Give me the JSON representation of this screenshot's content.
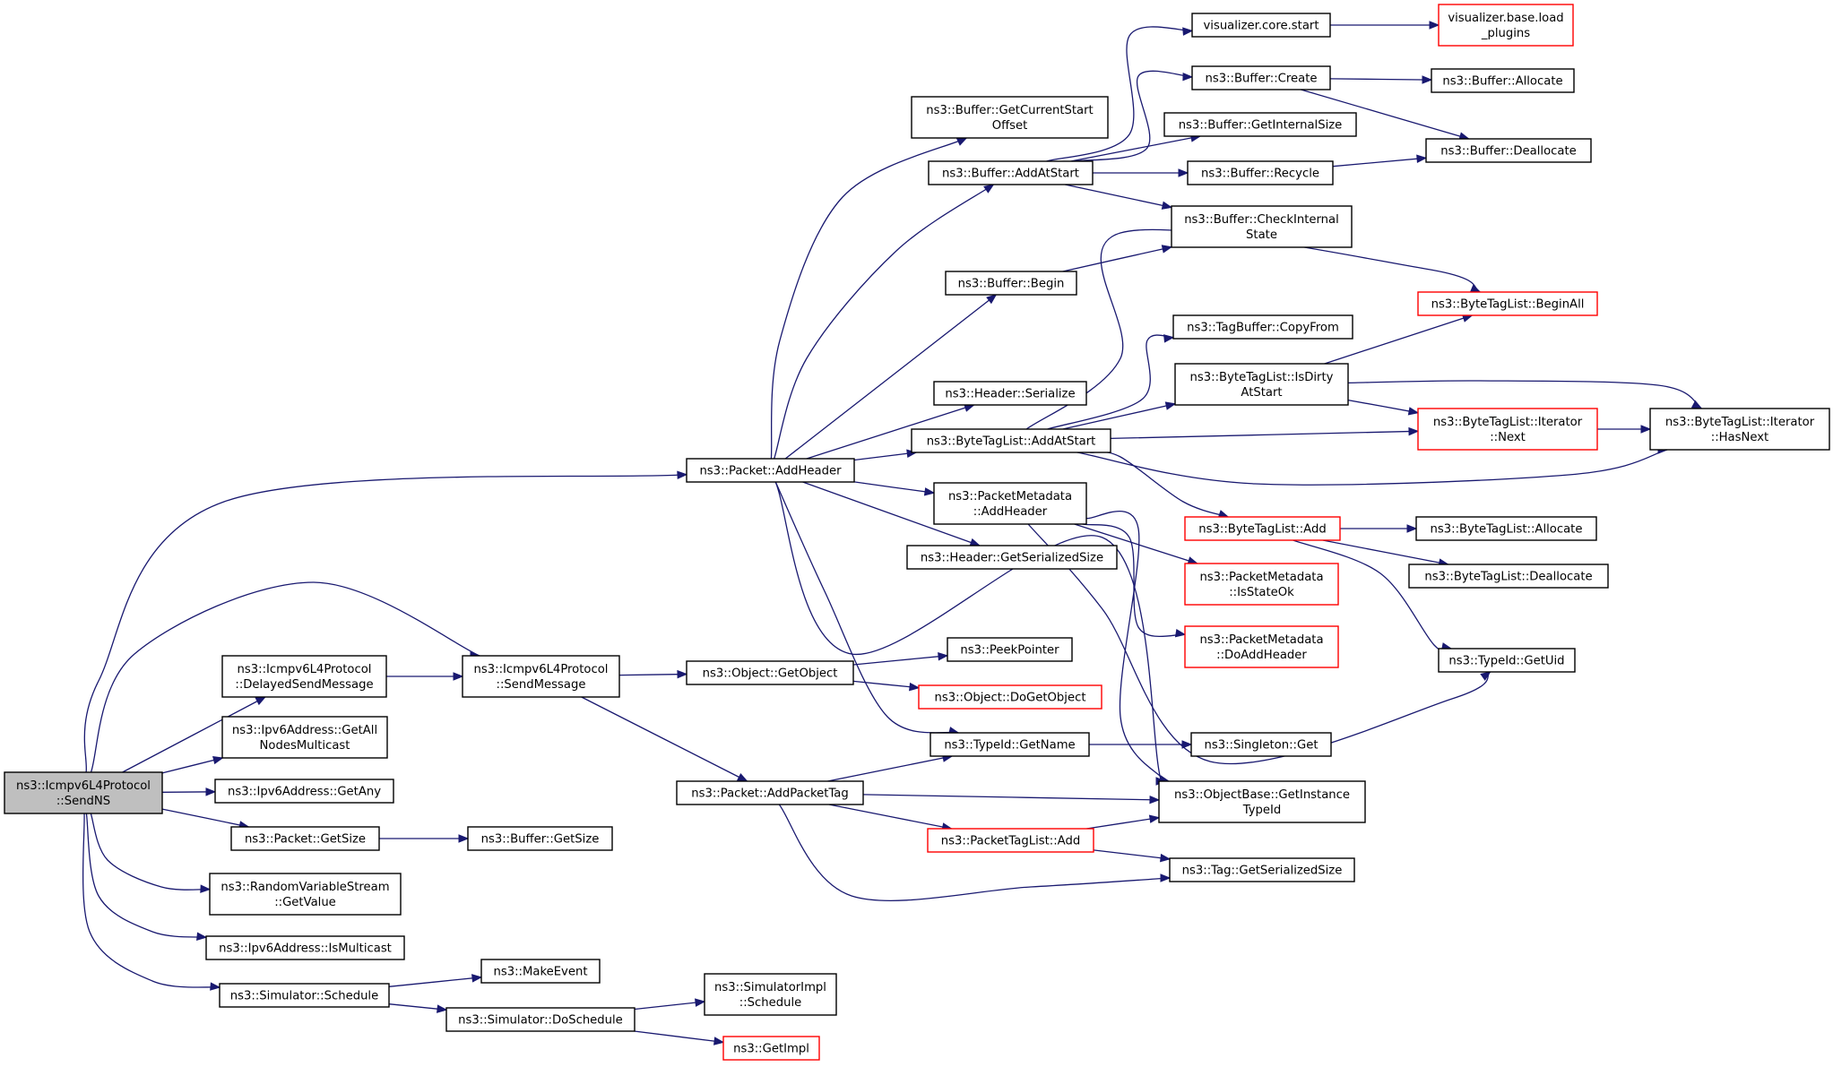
{
  "graph": {
    "nodes": [
      {
        "id": "sendns",
        "lines": [
          "ns3::Icmpv6L4Protocol",
          "::SendNS"
        ],
        "border": "black",
        "fill": "gray"
      },
      {
        "id": "addheader",
        "lines": [
          "ns3::Packet::AddHeader"
        ],
        "border": "black"
      },
      {
        "id": "delayed",
        "lines": [
          "ns3::Icmpv6L4Protocol",
          "::DelayedSendMessage"
        ],
        "border": "black"
      },
      {
        "id": "sendmessage",
        "lines": [
          "ns3::Icmpv6L4Protocol",
          "::SendMessage"
        ],
        "border": "black"
      },
      {
        "id": "getallnodes",
        "lines": [
          "ns3::Ipv6Address::GetAll",
          "NodesMulticast"
        ],
        "border": "black"
      },
      {
        "id": "getany",
        "lines": [
          "ns3::Ipv6Address::GetAny"
        ],
        "border": "black"
      },
      {
        "id": "packetgetsize",
        "lines": [
          "ns3::Packet::GetSize"
        ],
        "border": "black"
      },
      {
        "id": "bufgetsize",
        "lines": [
          "ns3::Buffer::GetSize"
        ],
        "border": "black"
      },
      {
        "id": "rvsgetvalue",
        "lines": [
          "ns3::RandomVariableStream",
          "::GetValue"
        ],
        "border": "black"
      },
      {
        "id": "ismulticast",
        "lines": [
          "ns3::Ipv6Address::IsMulticast"
        ],
        "border": "black"
      },
      {
        "id": "simschedule",
        "lines": [
          "ns3::Simulator::Schedule"
        ],
        "border": "black"
      },
      {
        "id": "makeevent",
        "lines": [
          "ns3::MakeEvent"
        ],
        "border": "black"
      },
      {
        "id": "simdoschedule",
        "lines": [
          "ns3::Simulator::DoSchedule"
        ],
        "border": "black"
      },
      {
        "id": "simimplschedule",
        "lines": [
          "ns3::SimulatorImpl",
          "::Schedule"
        ],
        "border": "black"
      },
      {
        "id": "getimpl",
        "lines": [
          "ns3::GetImpl"
        ],
        "border": "red"
      },
      {
        "id": "getobject",
        "lines": [
          "ns3::Object::GetObject"
        ],
        "border": "black"
      },
      {
        "id": "peekpointer",
        "lines": [
          "ns3::PeekPointer"
        ],
        "border": "black"
      },
      {
        "id": "dogetobject",
        "lines": [
          "ns3::Object::DoGetObject"
        ],
        "border": "red"
      },
      {
        "id": "addpackettag",
        "lines": [
          "ns3::Packet::AddPacketTag"
        ],
        "border": "black"
      },
      {
        "id": "typeidgetname",
        "lines": [
          "ns3::TypeId::GetName"
        ],
        "border": "black"
      },
      {
        "id": "singletonget",
        "lines": [
          "ns3::Singleton::Get"
        ],
        "border": "black"
      },
      {
        "id": "getinstancetypeid",
        "lines": [
          "ns3::ObjectBase::GetInstance",
          "TypeId"
        ],
        "border": "black"
      },
      {
        "id": "packettaglistadd",
        "lines": [
          "ns3::PacketTagList::Add"
        ],
        "border": "red"
      },
      {
        "id": "taggetsersize",
        "lines": [
          "ns3::Tag::GetSerializedSize"
        ],
        "border": "black"
      },
      {
        "id": "getcurrentstart",
        "lines": [
          "ns3::Buffer::GetCurrentStart",
          "Offset"
        ],
        "border": "black"
      },
      {
        "id": "bufaddatstart",
        "lines": [
          "ns3::Buffer::AddAtStart"
        ],
        "border": "black"
      },
      {
        "id": "bufbegin",
        "lines": [
          "ns3::Buffer::Begin"
        ],
        "border": "black"
      },
      {
        "id": "headerserialize",
        "lines": [
          "ns3::Header::Serialize"
        ],
        "border": "black"
      },
      {
        "id": "btladdatstart",
        "lines": [
          "ns3::ByteTagList::AddAtStart"
        ],
        "border": "black"
      },
      {
        "id": "pmaddheader",
        "lines": [
          "ns3::PacketMetadata",
          "::AddHeader"
        ],
        "border": "black"
      },
      {
        "id": "headergetsersize",
        "lines": [
          "ns3::Header::GetSerializedSize"
        ],
        "border": "black"
      },
      {
        "id": "vizcorestart",
        "lines": [
          "visualizer.core.start"
        ],
        "border": "black"
      },
      {
        "id": "vizloadplugins",
        "lines": [
          "visualizer.base.load",
          "_plugins"
        ],
        "border": "red"
      },
      {
        "id": "bufcreate",
        "lines": [
          "ns3::Buffer::Create"
        ],
        "border": "black"
      },
      {
        "id": "bufallocate",
        "lines": [
          "ns3::Buffer::Allocate"
        ],
        "border": "black"
      },
      {
        "id": "bufgetinternalsize",
        "lines": [
          "ns3::Buffer::GetInternalSize"
        ],
        "border": "black"
      },
      {
        "id": "bufrecycle",
        "lines": [
          "ns3::Buffer::Recycle"
        ],
        "border": "black"
      },
      {
        "id": "bufdeallocate",
        "lines": [
          "ns3::Buffer::Deallocate"
        ],
        "border": "black"
      },
      {
        "id": "bufcheckinternal",
        "lines": [
          "ns3::Buffer::CheckInternal",
          "State"
        ],
        "border": "black"
      },
      {
        "id": "btlbeginall",
        "lines": [
          "ns3::ByteTagList::BeginAll"
        ],
        "border": "red"
      },
      {
        "id": "tagbufcopyfrom",
        "lines": [
          "ns3::TagBuffer::CopyFrom"
        ],
        "border": "black"
      },
      {
        "id": "btlisdirty",
        "lines": [
          "ns3::ByteTagList::IsDirty",
          "AtStart"
        ],
        "border": "black"
      },
      {
        "id": "btliternext",
        "lines": [
          "ns3::ByteTagList::Iterator",
          "::Next"
        ],
        "border": "red"
      },
      {
        "id": "btliterhasnext",
        "lines": [
          "ns3::ByteTagList::Iterator",
          "::HasNext"
        ],
        "border": "black"
      },
      {
        "id": "btladd",
        "lines": [
          "ns3::ByteTagList::Add"
        ],
        "border": "red"
      },
      {
        "id": "btlallocate",
        "lines": [
          "ns3::ByteTagList::Allocate"
        ],
        "border": "black"
      },
      {
        "id": "btldeallocate",
        "lines": [
          "ns3::ByteTagList::Deallocate"
        ],
        "border": "black"
      },
      {
        "id": "pmisstateok",
        "lines": [
          "ns3::PacketMetadata",
          "::IsStateOk"
        ],
        "border": "red"
      },
      {
        "id": "pmdoaddheader",
        "lines": [
          "ns3::PacketMetadata",
          "::DoAddHeader"
        ],
        "border": "red"
      },
      {
        "id": "typeidgetuid",
        "lines": [
          "ns3::TypeId::GetUid"
        ],
        "border": "black"
      }
    ],
    "edges": [
      [
        "sendns",
        "addheader"
      ],
      [
        "sendns",
        "sendmessage"
      ],
      [
        "sendns",
        "delayed"
      ],
      [
        "sendns",
        "getallnodes"
      ],
      [
        "sendns",
        "getany"
      ],
      [
        "sendns",
        "packetgetsize"
      ],
      [
        "sendns",
        "rvsgetvalue"
      ],
      [
        "sendns",
        "ismulticast"
      ],
      [
        "sendns",
        "simschedule"
      ],
      [
        "delayed",
        "sendmessage"
      ],
      [
        "packetgetsize",
        "bufgetsize"
      ],
      [
        "simschedule",
        "makeevent"
      ],
      [
        "simschedule",
        "simdoschedule"
      ],
      [
        "simdoschedule",
        "simimplschedule"
      ],
      [
        "simdoschedule",
        "getimpl"
      ],
      [
        "sendmessage",
        "getobject"
      ],
      [
        "sendmessage",
        "addpackettag"
      ],
      [
        "getobject",
        "peekpointer"
      ],
      [
        "getobject",
        "dogetobject"
      ],
      [
        "addpackettag",
        "typeidgetname"
      ],
      [
        "addpackettag",
        "getinstancetypeid"
      ],
      [
        "addpackettag",
        "packettaglistadd"
      ],
      [
        "addpackettag",
        "taggetsersize"
      ],
      [
        "typeidgetname",
        "singletonget"
      ],
      [
        "packettaglistadd",
        "getinstancetypeid"
      ],
      [
        "packettaglistadd",
        "taggetsersize"
      ],
      [
        "addheader",
        "getcurrentstart"
      ],
      [
        "addheader",
        "bufaddatstart"
      ],
      [
        "addheader",
        "bufbegin"
      ],
      [
        "addheader",
        "headerserialize"
      ],
      [
        "addheader",
        "btladdatstart"
      ],
      [
        "addheader",
        "pmaddheader"
      ],
      [
        "addheader",
        "headergetsersize"
      ],
      [
        "addheader",
        "typeidgetname"
      ],
      [
        "addheader",
        "getinstancetypeid"
      ],
      [
        "bufaddatstart",
        "vizcorestart"
      ],
      [
        "bufaddatstart",
        "bufcreate"
      ],
      [
        "bufaddatstart",
        "bufgetinternalsize"
      ],
      [
        "bufaddatstart",
        "bufrecycle"
      ],
      [
        "bufaddatstart",
        "bufcheckinternal"
      ],
      [
        "bufbegin",
        "bufcheckinternal"
      ],
      [
        "vizcorestart",
        "vizloadplugins"
      ],
      [
        "bufcreate",
        "bufallocate"
      ],
      [
        "bufcreate",
        "bufdeallocate"
      ],
      [
        "bufrecycle",
        "bufdeallocate"
      ],
      [
        "btladdatstart",
        "btlbeginall"
      ],
      [
        "btladdatstart",
        "tagbufcopyfrom"
      ],
      [
        "btladdatstart",
        "btlisdirty"
      ],
      [
        "btladdatstart",
        "btliternext"
      ],
      [
        "btladdatstart",
        "btliterhasnext"
      ],
      [
        "btladdatstart",
        "btladd"
      ],
      [
        "btlisdirty",
        "btlbeginall"
      ],
      [
        "btlisdirty",
        "btliternext"
      ],
      [
        "btlisdirty",
        "btliterhasnext"
      ],
      [
        "btliternext",
        "btliterhasnext"
      ],
      [
        "btladd",
        "btlallocate"
      ],
      [
        "btladd",
        "btldeallocate"
      ],
      [
        "btladd",
        "typeidgetuid"
      ],
      [
        "pmaddheader",
        "pmisstateok"
      ],
      [
        "pmaddheader",
        "pmdoaddheader"
      ],
      [
        "pmaddheader",
        "getinstancetypeid"
      ],
      [
        "pmaddheader",
        "typeidgetuid"
      ]
    ]
  }
}
